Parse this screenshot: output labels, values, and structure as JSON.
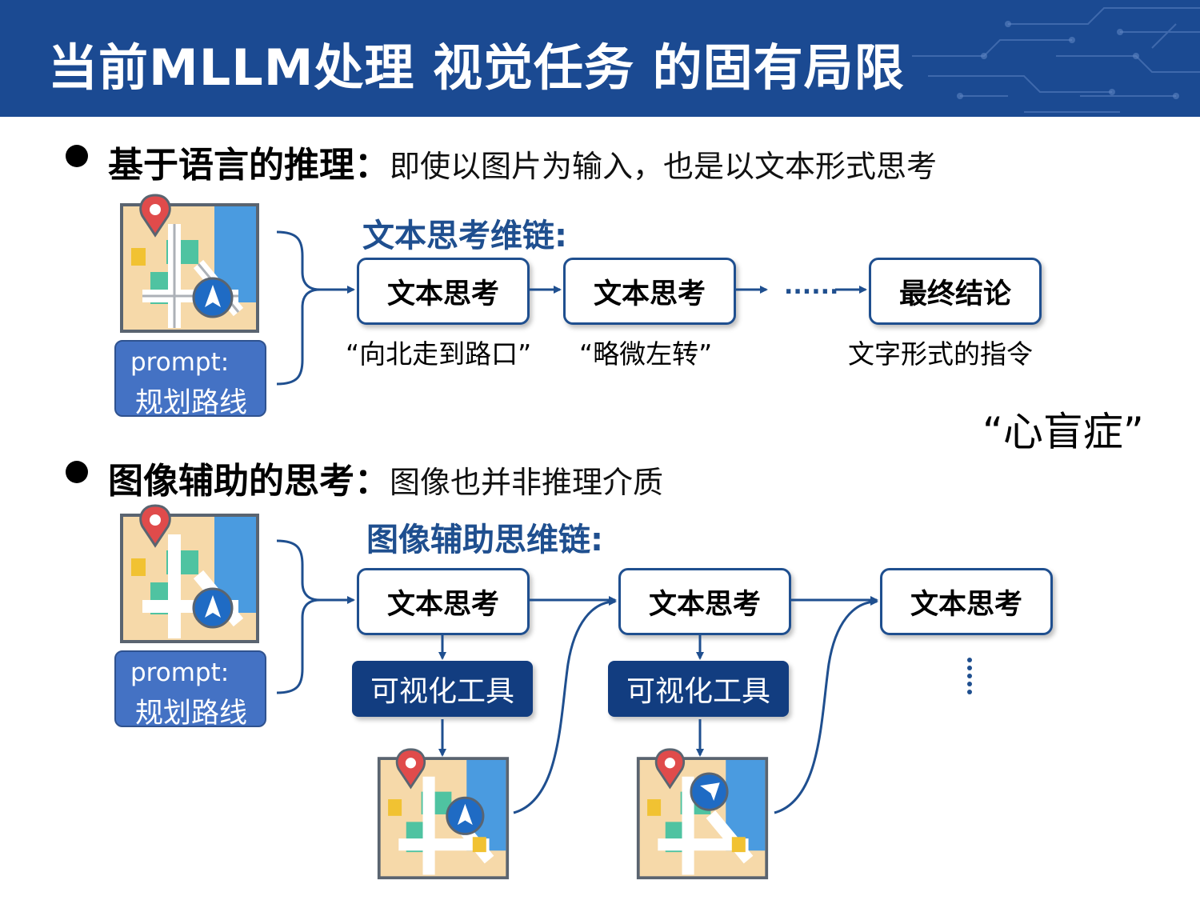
{
  "title": "当前MLLM处理 视觉任务 的固有局限",
  "section1": {
    "heading": "基于语言的推理：",
    "desc": "即使以图片为输入，也是以文本形式思考",
    "chain_label": "文本思考维链:",
    "boxes": [
      "文本思考",
      "文本思考",
      "最终结论"
    ],
    "ellipsis": "......",
    "captions": [
      "“向北走到路口”",
      "“略微左转”",
      "文字形式的指令"
    ]
  },
  "mind_blind": "“心盲症”",
  "section2": {
    "heading": "图像辅助的思考：",
    "desc": "图像也并非推理介质",
    "chain_label": "图像辅助思维链:",
    "boxes": [
      "文本思考",
      "文本思考",
      "文本思考"
    ],
    "tools": [
      "可视化工具",
      "可视化工具"
    ]
  },
  "prompt": {
    "line1": "prompt:",
    "line2": "规划路线"
  },
  "colors": {
    "header": "#1b4a92",
    "accent": "#1f4f8f",
    "tool": "#123d80",
    "prompt": "#4472c4"
  },
  "icons": [
    "map-icon",
    "location-pin-icon",
    "navigation-arrow-icon"
  ]
}
